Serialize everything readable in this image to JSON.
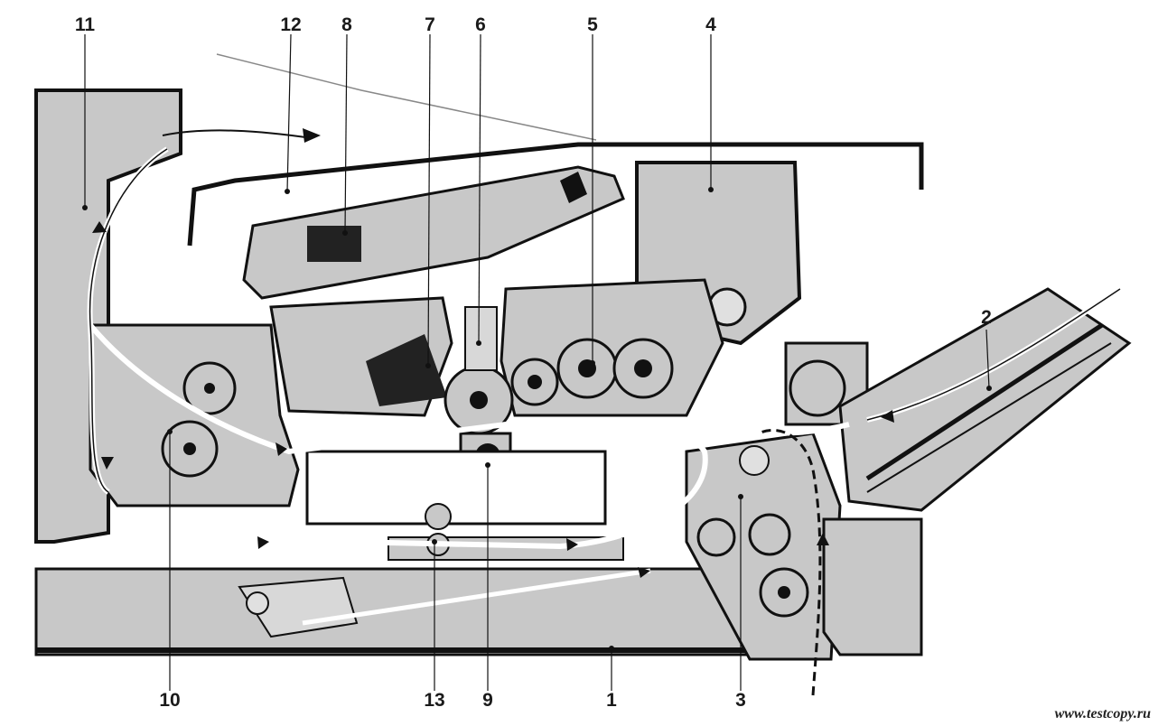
{
  "callouts": {
    "c1": "1",
    "c2": "2",
    "c3": "3",
    "c4": "4",
    "c5": "5",
    "c6": "6",
    "c7": "7",
    "c8": "8",
    "c9": "9",
    "c10": "10",
    "c11": "11",
    "c12": "12",
    "c13": "13"
  },
  "watermark": "www.testcopy.ru",
  "colors": {
    "part_fill": "#c8c8c8",
    "outline": "#111111",
    "paper_path": "#ffffff"
  }
}
